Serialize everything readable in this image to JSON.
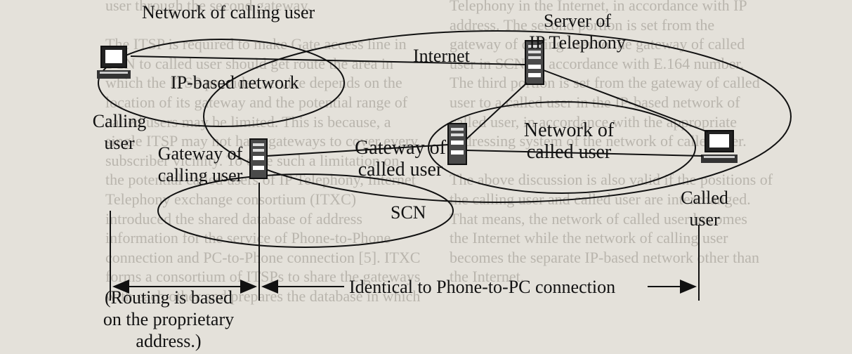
{
  "diagram": {
    "network_calling_user": "Network of calling user",
    "server_line1": "Server of",
    "server_line2": "IP Telephony",
    "internet": "Internet",
    "ip_based_network": "IP-based network",
    "calling_user_line1": "Calling",
    "calling_user_line2": "user",
    "gateway_calling_line1": "Gateway of",
    "gateway_calling_line2": "calling user",
    "gateway_called_line1": "Gateway of",
    "gateway_called_line2": "called user",
    "network_called_line1": "Network of",
    "network_called_line2": "called user",
    "scn": "SCN",
    "called_user_line1": "Called",
    "called_user_line2": "user",
    "routing_line1": "(Routing is based",
    "routing_line2": "on the proprietary",
    "routing_line3": "address.)",
    "identical": "Identical to Phone-to-PC connection"
  },
  "background_text": {
    "left": [
      "user through the second gateway.",
      "",
      "The ITSP is required to make Gate access line in",
      "SCN to called user should get route the area in",
      "which the ITSP provides service depends on the",
      "location of its gateway and the potential range of",
      "called users may be limited. This is because, a",
      "single ITSP may not have gateways to cover every",
      "subscriber vicinity. To ease such a limitation on",
      "the potential called users of IP Telephony, Internet",
      "Telephony exchange consortium (ITXC)",
      "introduced the shared database of address",
      "information for the service of Phone-to-Phone",
      "connection and PC-to-Phone connection [5]. ITXC",
      "forms a consortium of ITSPs to share the gateways",
      "with each other and prepares the database in which"
    ],
    "right": [
      "Telephony in the Internet, in accordance with IP",
      "address. The second portion is set from the",
      "gateway of calling user to the gateway of called",
      "user in SCN, in accordance with E.164 number.",
      "The third portion is set from the gateway of called",
      "user to a called user in the IP-based network of",
      "called user, in accordance with the appropriate",
      "addressing system of the network of called user.",
      "",
      "The above discussion is also valid if the positions of",
      "the calling user and called user are interchanged.",
      "That means, the network of called user becomes",
      "the Internet while the network of calling user",
      "becomes the separate IP-based network other than",
      "the Internet."
    ]
  }
}
